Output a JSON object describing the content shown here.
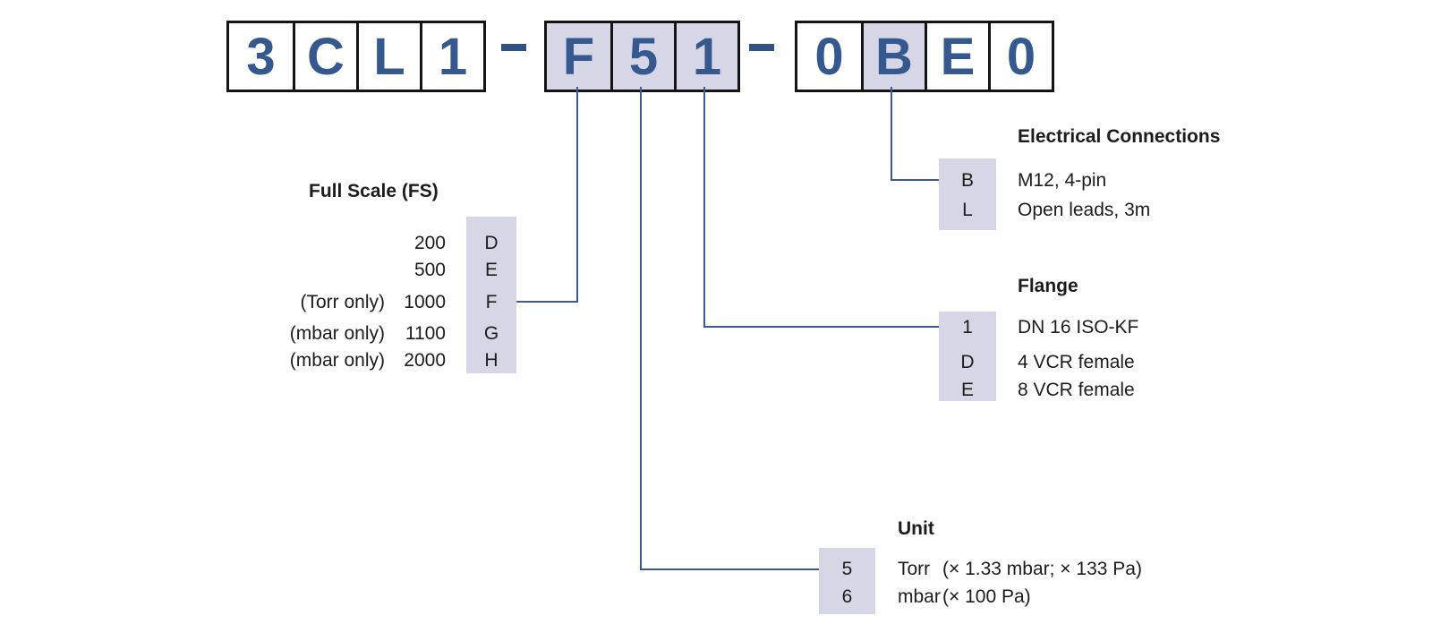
{
  "diagram": {
    "full_code": "3CL1-F51-0BE0",
    "separator": "-",
    "groups": [
      {
        "chars": [
          {
            "c": "3",
            "highlighted": false
          },
          {
            "c": "C",
            "highlighted": false
          },
          {
            "c": "L",
            "highlighted": false
          },
          {
            "c": "1",
            "highlighted": false
          }
        ]
      },
      {
        "chars": [
          {
            "c": "F",
            "highlighted": true
          },
          {
            "c": "5",
            "highlighted": true
          },
          {
            "c": "1",
            "highlighted": true
          }
        ]
      },
      {
        "chars": [
          {
            "c": "0",
            "highlighted": false
          },
          {
            "c": "B",
            "highlighted": true
          },
          {
            "c": "E",
            "highlighted": false
          },
          {
            "c": "0",
            "highlighted": false
          }
        ]
      }
    ]
  },
  "sections": {
    "full_scale": {
      "title": "Full Scale (FS)",
      "rows": [
        {
          "note": "",
          "value": "200",
          "code": "D"
        },
        {
          "note": "",
          "value": "500",
          "code": "E"
        },
        {
          "note": "(Torr only)",
          "value": "1000",
          "code": "F"
        },
        {
          "note": "(mbar only)",
          "value": "1100",
          "code": "G"
        },
        {
          "note": "(mbar only)",
          "value": "2000",
          "code": "H"
        }
      ]
    },
    "electrical_connections": {
      "title": "Electrical Connections",
      "rows": [
        {
          "code": "B",
          "desc": "M12, 4-pin"
        },
        {
          "code": "L",
          "desc": "Open leads, 3m"
        }
      ]
    },
    "flange": {
      "title": "Flange",
      "rows": [
        {
          "code": "1",
          "desc": "DN 16 ISO-KF"
        },
        {
          "code": "D",
          "desc": "4 VCR female"
        },
        {
          "code": "E",
          "desc": "8 VCR female"
        }
      ]
    },
    "unit": {
      "title": "Unit",
      "rows": [
        {
          "code": "5",
          "name": "Torr",
          "desc": "(× 1.33 mbar; × 133 Pa)"
        },
        {
          "code": "6",
          "name": "mbar",
          "desc": "(× 100 Pa)"
        }
      ]
    }
  },
  "colors": {
    "code_text": "#35598e",
    "highlight": "#d6d6e6",
    "connector_line": "#3c5c90",
    "box_border": "#141414",
    "body_text": "#1c1c1c",
    "background": "#ffffff"
  }
}
